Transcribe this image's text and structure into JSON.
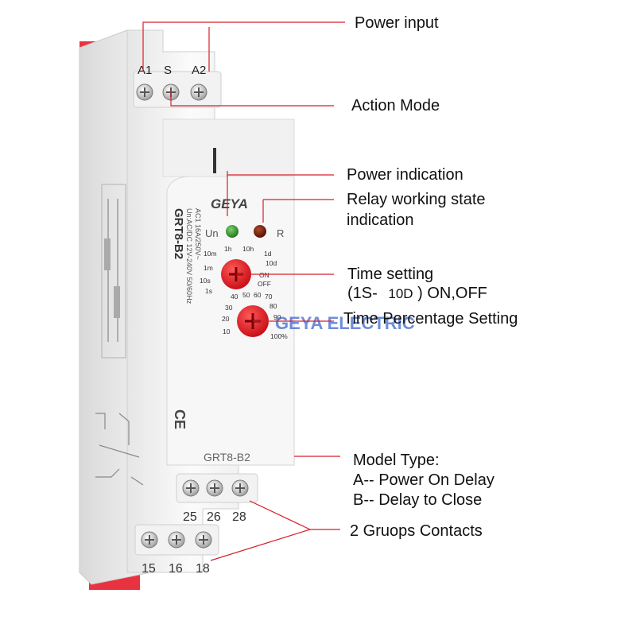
{
  "device": {
    "brand": "GEYA",
    "model_vertical": "GRT8-B2",
    "model_label": "GRT8-B2",
    "rating_line_1": "Un:AC/DC 12V-240V 50/60Hz",
    "rating_line_2": "AC1 16A/250V~",
    "ce_mark": "CE",
    "led_un_label": "Un",
    "led_r_label": "R",
    "top_terminals": [
      "A1",
      "S",
      "A2"
    ],
    "middle_terminals": [
      "25",
      "26",
      "28"
    ],
    "bottom_terminals": [
      "15",
      "16",
      "18"
    ],
    "time_dial_labels": [
      "10m",
      "1h",
      "10h",
      "1d",
      "1m",
      "10d",
      "10s",
      "ON",
      "1s",
      "OFF"
    ],
    "percent_dial_labels": [
      "40",
      "50",
      "60",
      "70",
      "30",
      "80",
      "20",
      "90",
      "10",
      "100%"
    ],
    "watermark": "GEYA ELECTRIC"
  },
  "callouts": {
    "power_input": "Power input",
    "action_mode": "Action Mode",
    "power_indication": "Power indication",
    "relay_state_1": "Relay working state",
    "relay_state_2": "indication",
    "time_setting_1": "Time setting",
    "time_setting_2a": "(1S-",
    "time_setting_2b": "10D",
    "time_setting_2c": ") ON,OFF",
    "time_percentage": "Time Percentage Setting",
    "model_type": "Model Type:",
    "model_a": "A-- Power On Delay",
    "model_b": "B-- Delay to Close",
    "contacts": "2 Gruops Contacts"
  },
  "colors": {
    "housing": "#f4f4f4",
    "accent_red": "#e8323f",
    "dial_red": "#e0121c",
    "led_green": "#2f8f2a",
    "led_red": "#7a1a10",
    "callout_line": "#d81f2a",
    "watermark": "#2350c8"
  }
}
